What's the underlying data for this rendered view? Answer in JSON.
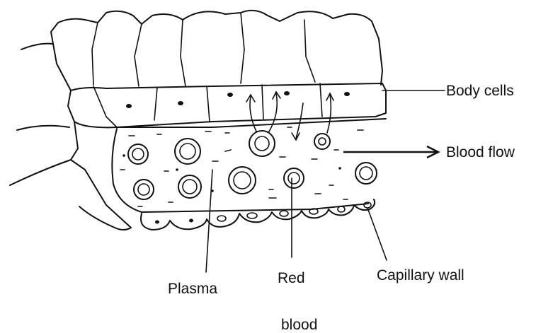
{
  "labels": {
    "body_cells": "Body cells",
    "blood_flow": "Blood flow",
    "plasma": "Plasma",
    "red": "Red",
    "blood": "blood",
    "capillary_wall": "Capillary wall"
  }
}
